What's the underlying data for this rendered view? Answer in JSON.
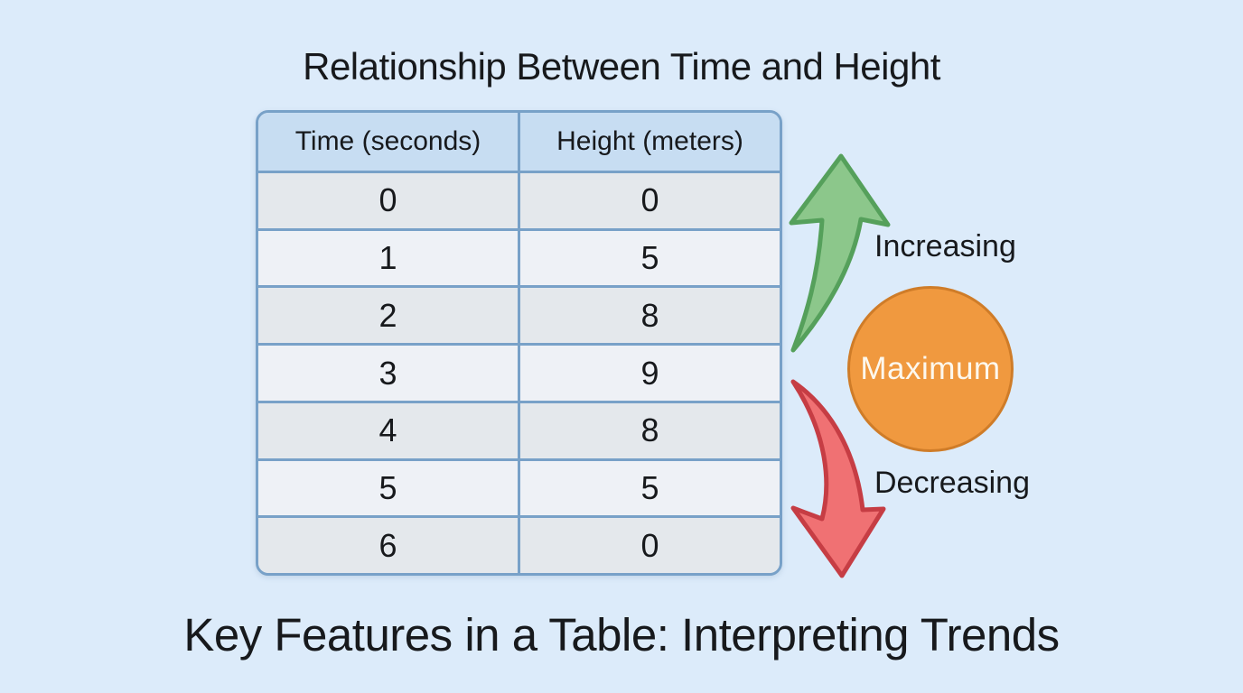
{
  "titles": {
    "caption": "Key Features in a Table: Interpreting Trends"
  },
  "chart_data": {
    "type": "table",
    "title": "Relationship Between Time and Height",
    "columns": [
      "Time (seconds)",
      "Height (meters)"
    ],
    "rows": [
      [
        0,
        0
      ],
      [
        1,
        5
      ],
      [
        2,
        8
      ],
      [
        3,
        9
      ],
      [
        4,
        8
      ],
      [
        5,
        5
      ],
      [
        6,
        0
      ]
    ],
    "annotations": [
      {
        "symbol": "green-curved-up-arrow",
        "label": "Increasing"
      },
      {
        "symbol": "orange-circle",
        "label": "Maximum"
      },
      {
        "symbol": "red-curved-down-arrow",
        "label": "Decreasing"
      }
    ]
  },
  "colors": {
    "background": "#dcebfa",
    "text": "#17191c",
    "table_border": "#78a1c8",
    "header_bg": "#c7ddf2",
    "row_dark_bg": "#e4e8ec",
    "row_light_bg": "#eef1f6",
    "arrow_up_fill": "#8cc78b",
    "arrow_up_stroke": "#55a05b",
    "arrow_down_fill": "#f07173",
    "arrow_down_stroke": "#c63d44",
    "circle_fill": "#f0993f",
    "circle_stroke": "#cf7c28",
    "circle_text": "#fdf8ee"
  }
}
